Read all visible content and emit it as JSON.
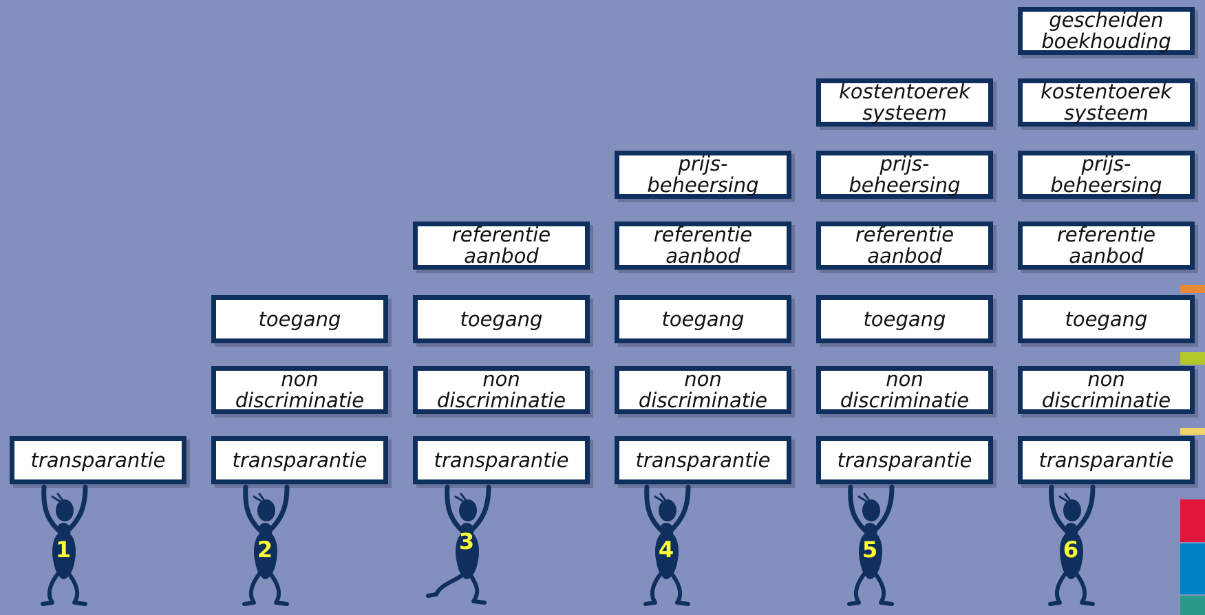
{
  "columns": [
    {
      "number": "1",
      "blocks": [
        "transparantie"
      ]
    },
    {
      "number": "2",
      "blocks": [
        "transparantie",
        "non\ndiscriminatie",
        "toegang"
      ]
    },
    {
      "number": "3",
      "blocks": [
        "transparantie",
        "non\ndiscriminatie",
        "toegang",
        "referentie\naanbod"
      ]
    },
    {
      "number": "4",
      "blocks": [
        "transparantie",
        "non\ndiscriminatie",
        "toegang",
        "referentie\naanbod",
        "prijs-\nbeheersing"
      ]
    },
    {
      "number": "5",
      "blocks": [
        "transparantie",
        "non\ndiscriminatie",
        "toegang",
        "referentie\naanbod",
        "prijs-\nbeheersing",
        "kostentoerek\nsysteem"
      ]
    },
    {
      "number": "6",
      "blocks": [
        "transparantie",
        "non\ndiscriminatie",
        "toegang",
        "referentie\naanbod",
        "prijs-\nbeheersing",
        "kostentoerek\nsysteem",
        "gescheiden\nboekhouding"
      ]
    }
  ],
  "colors": {
    "background": "#8390bd",
    "box_border": "#0f2f5e",
    "box_fill": "#ffffff",
    "figure": "#0f2f5e",
    "number": "#ffff33",
    "edge_bars": [
      "#e68a3a",
      "#b5c82a",
      "#f2d26a",
      "#e0163b",
      "#0082c8",
      "#2a9a8c"
    ]
  }
}
